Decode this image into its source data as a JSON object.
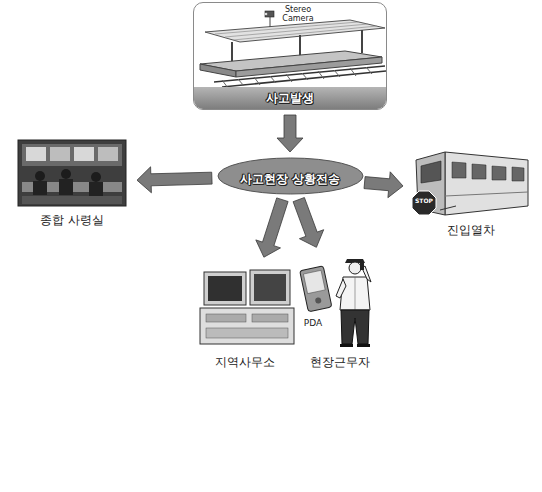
{
  "diagram": {
    "nodes": [
      {
        "text": [
          "사고발생"
        ]
      },
      {
        "text": [
          "사고현장 상황전송"
        ]
      },
      {
        "text": [
          "종합 사령실"
        ]
      },
      {
        "text": [
          "진입열차"
        ]
      },
      {
        "text": [
          "지역사무소"
        ]
      },
      {
        "text": [
          "현장근무자"
        ]
      }
    ],
    "edges": [
      {
        "from": 0,
        "to": 1,
        "arrow": "to"
      },
      {
        "from": 1,
        "to": 2,
        "arrow": "to"
      },
      {
        "from": 1,
        "to": 3,
        "arrow": "to"
      },
      {
        "from": 1,
        "to": 4,
        "arrow": "to"
      },
      {
        "from": 1,
        "to": 5,
        "arrow": "to"
      }
    ],
    "labels": [
      "Stereo Camera",
      "PDA",
      "STOP"
    ]
  }
}
